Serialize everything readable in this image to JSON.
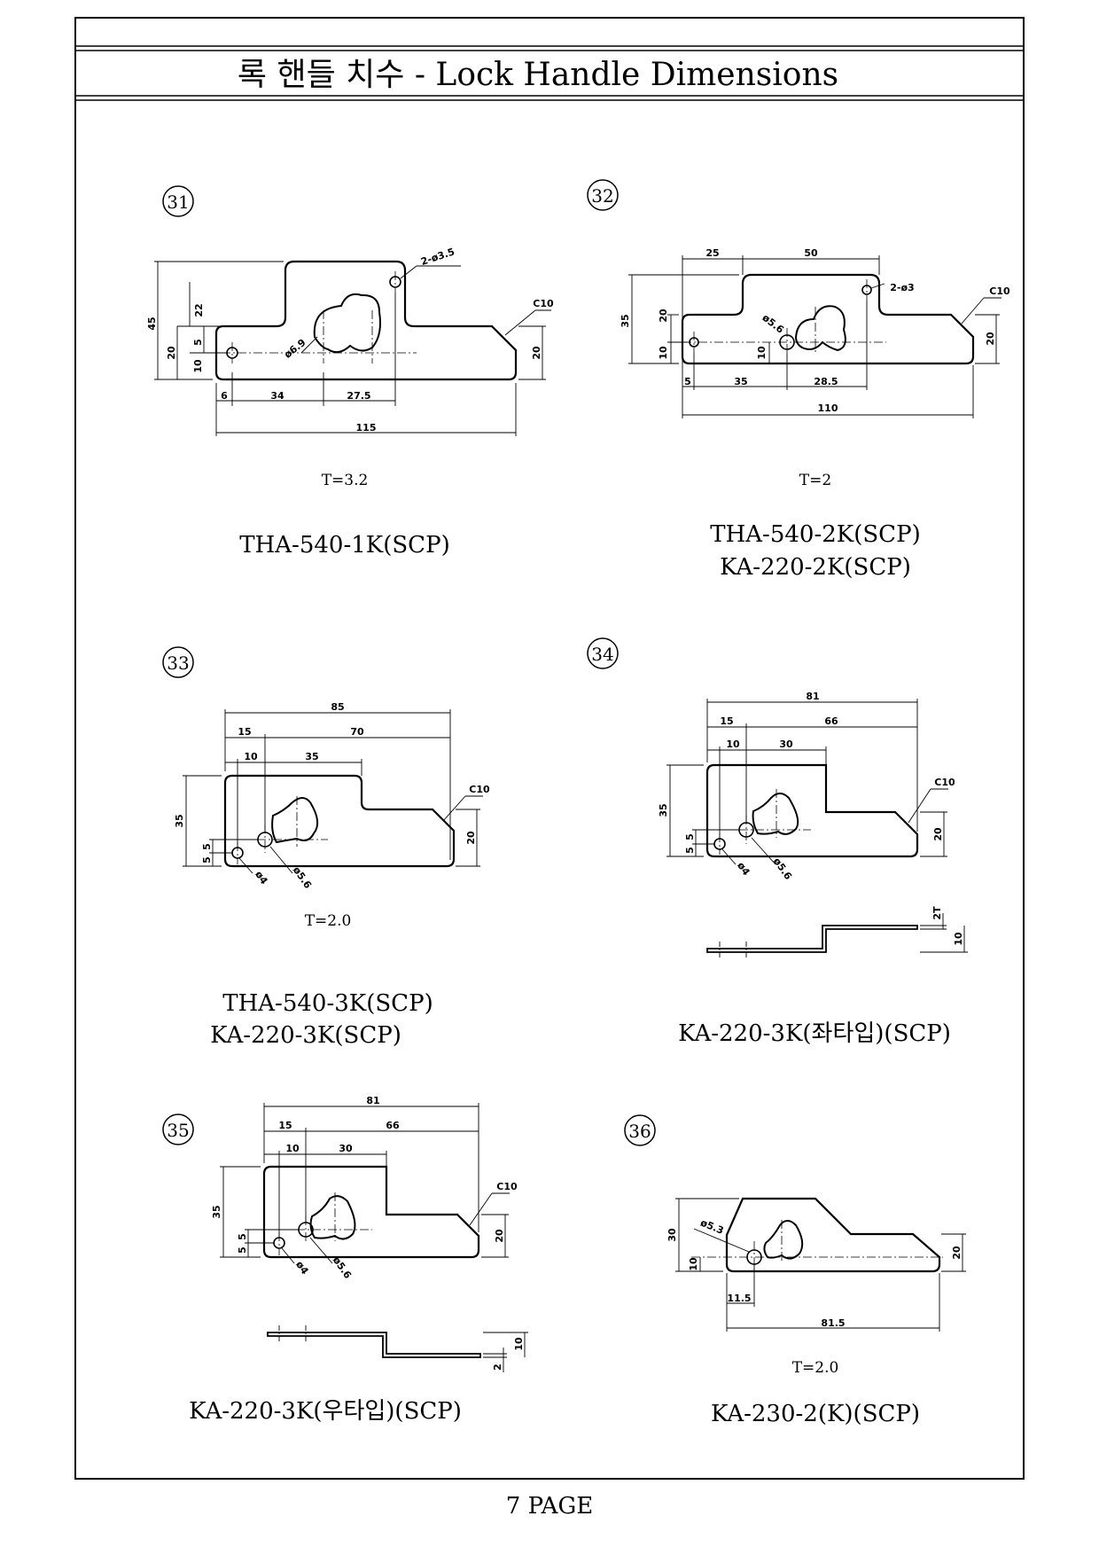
{
  "page": {
    "title": "록 핸들 치수 - Lock Handle Dimensions",
    "footer": "7 PAGE"
  },
  "parts": [
    {
      "number": "31",
      "thickness": "T=3.2",
      "models": [
        "THA-540-1K(SCP)"
      ],
      "dims": [
        "45",
        "22",
        "20",
        "10",
        "5",
        "6",
        "34",
        "27.5",
        "115",
        "20",
        "C10",
        "2-ø3.5",
        "ø6.9"
      ]
    },
    {
      "number": "32",
      "thickness": "T=2",
      "models": [
        "THA-540-2K(SCP)",
        "KA-220-2K(SCP)"
      ],
      "dims": [
        "25",
        "50",
        "35",
        "20",
        "10",
        "10",
        "5",
        "35",
        "28.5",
        "110",
        "20",
        "C10",
        "2-ø3",
        "ø5.6"
      ]
    },
    {
      "number": "33",
      "thickness": "T=2.0",
      "models": [
        "THA-540-3K(SCP)",
        "KA-220-3K(SCP)"
      ],
      "dims": [
        "85",
        "15",
        "70",
        "10",
        "35",
        "35",
        "5",
        "5",
        "20",
        "C10",
        "ø4",
        "ø5.6"
      ]
    },
    {
      "number": "34",
      "thickness": "",
      "models": [
        "KA-220-3K(좌타입)(SCP)"
      ],
      "dims": [
        "81",
        "15",
        "66",
        "10",
        "30",
        "35",
        "5",
        "5",
        "20",
        "C10",
        "ø4",
        "ø5.6",
        "2T",
        "10"
      ]
    },
    {
      "number": "35",
      "thickness": "",
      "models": [
        "KA-220-3K(우타입)(SCP)"
      ],
      "dims": [
        "81",
        "15",
        "66",
        "10",
        "30",
        "35",
        "5",
        "5",
        "20",
        "C10",
        "ø4",
        "ø5.6",
        "10",
        "2"
      ]
    },
    {
      "number": "36",
      "thickness": "T=2.0",
      "models": [
        "KA-230-2(K)(SCP)"
      ],
      "dims": [
        "30",
        "10",
        "20",
        "11.5",
        "81.5",
        "ø5.3"
      ]
    }
  ]
}
